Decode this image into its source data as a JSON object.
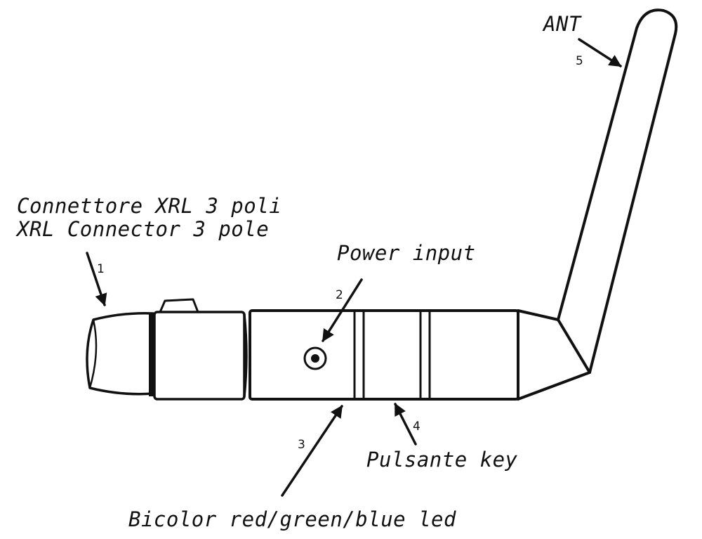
{
  "callouts": [
    {
      "number": "1",
      "lines": [
        "Connettore XRL 3 poli",
        "XRL Connector 3 pole"
      ]
    },
    {
      "number": "2",
      "lines": [
        "Power input"
      ]
    },
    {
      "number": "3",
      "lines": [
        "Bicolor red/green/blue led"
      ]
    },
    {
      "number": "4",
      "lines": [
        "Pulsante key"
      ]
    },
    {
      "number": "5",
      "lines": [
        "ANT"
      ]
    }
  ],
  "colors": {
    "ink": "#111111",
    "background": "#ffffff"
  }
}
